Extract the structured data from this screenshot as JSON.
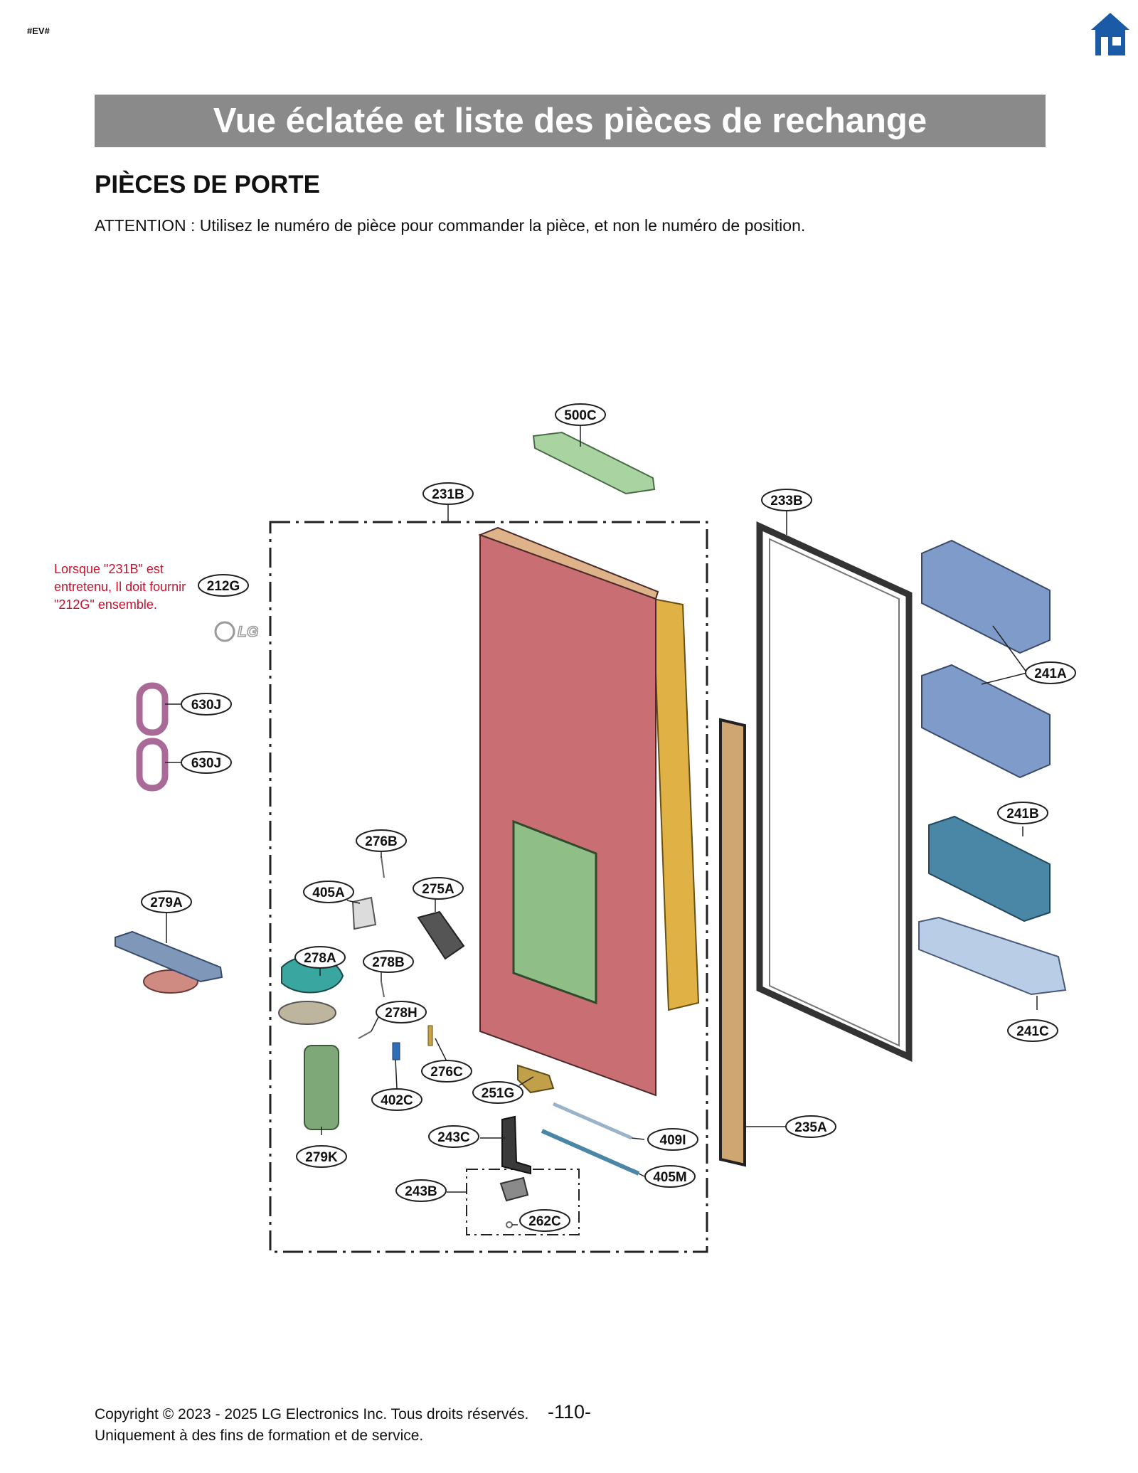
{
  "header": {
    "tag": "#EV#",
    "home_icon": "home-icon",
    "home_icon_color": "#1a5aa6",
    "banner_title": "Vue éclatée et liste des pièces de rechange",
    "banner_color": "#8a8a8a"
  },
  "section": {
    "title": "PIÈCES DE PORTE",
    "attention": "ATTENTION : Utilisez le numéro de pièce pour commander la pièce, et non le numéro de position."
  },
  "diagram": {
    "note_lines": [
      "Lorsque \"231B\" est",
      "entretenu, Il doit fournir",
      "\"212G\" ensemble."
    ],
    "note_color": "#c8102e",
    "logo_text": "LG",
    "callouts": [
      "500C",
      "231B",
      "233B",
      "212G",
      "241A",
      "630J",
      "630J",
      "241B",
      "276B",
      "275A",
      "405A",
      "279A",
      "278A",
      "278B",
      "278H",
      "241C",
      "276C",
      "251G",
      "402C",
      "235A",
      "243C",
      "409I",
      "279K",
      "405M",
      "243B",
      "262C"
    ]
  },
  "footer": {
    "copyright": "Copyright © 2023 - 2025 LG Electronics Inc. Tous droits réservés.",
    "page_number": "-110-",
    "note": "Uniquement à des fins de formation et de service."
  }
}
